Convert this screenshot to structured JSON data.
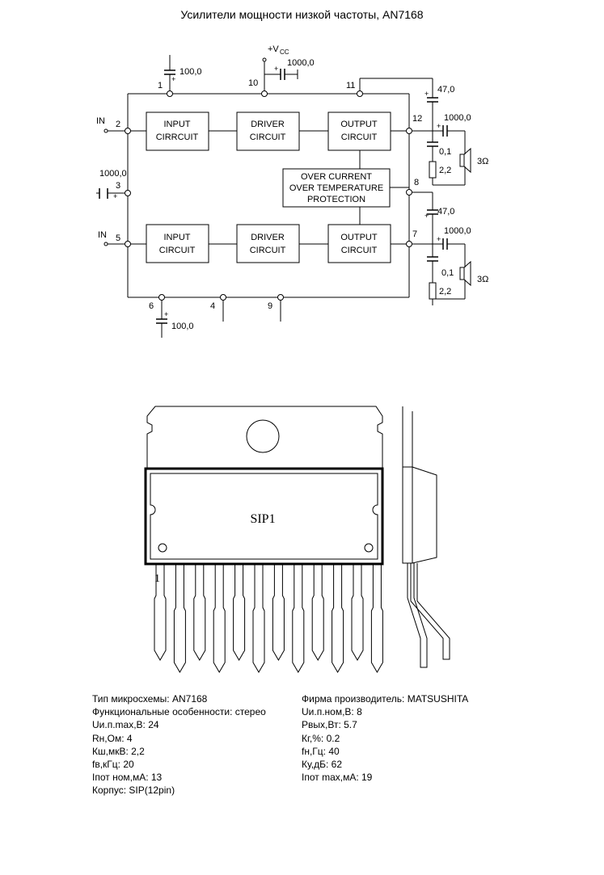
{
  "title": "Усилители мощности низкой частоты, AN7168",
  "schematic": {
    "blocks": {
      "input_top": [
        "INPUT",
        "CIRRCUIT"
      ],
      "driver_top": [
        "DRIVER",
        "CIRCUIT"
      ],
      "output_top": [
        "OUTPUT",
        "CIRCUIT"
      ],
      "protection": [
        "OVER CURRENT",
        "OVER TEMPERATURE",
        "PROTECTION"
      ],
      "input_bottom": [
        "INPUT",
        "CIRCUIT"
      ],
      "driver_bottom": [
        "DRIVER",
        "CIRCUIT"
      ],
      "output_bottom": [
        "OUTPUT",
        "CIRCUIT"
      ]
    },
    "pins": {
      "p1": "1",
      "p2": "2",
      "p3": "3",
      "p4": "4",
      "p5": "5",
      "p6": "6",
      "p7": "7",
      "p8": "8",
      "p9": "9",
      "p10": "10",
      "p11": "11",
      "p12": "12"
    },
    "inputs": {
      "in_top": "IN",
      "in_bottom": "IN"
    },
    "supply": {
      "vcc": "+V",
      "vcc_sub": "CC"
    },
    "components": {
      "c_pin1": "100,0",
      "c_pin10": "1000,0",
      "c_pin3": "1000,0",
      "c_pin6": "100,0",
      "c_fb_top": "47,0",
      "c_out_top": "1000,0",
      "c_zobel_top": "0,1",
      "r_zobel_top": "2,2",
      "speaker_top": "3Ω",
      "c_fb_bottom": "47,0",
      "c_out_bottom": "1000,0",
      "c_zobel_bottom": "0,1",
      "r_zobel_bottom": "2,2",
      "speaker_bottom": "3Ω"
    }
  },
  "package": {
    "label": "SIP1",
    "pin1": "1"
  },
  "specs_left": [
    "Тип микросхемы: AN7168",
    "Функциональные особенности:  стерео",
    "Uи.п.max,В: 24",
    "Rн,Ом: 4",
    "Кш,мкВ: 2,2",
    "fв,кГц: 20",
    "Iпот ном,мА: 13",
    "Корпус: SIP(12pin)"
  ],
  "specs_right": [
    "Фирма производитель: MATSUSHITA",
    "Uи.п.ном,В: 8",
    "Pвых,Вт: 5.7",
    "Кг,%: 0.2",
    "fн,Гц: 40",
    "Ку,дБ: 62",
    "Iпот max,мА: 19"
  ]
}
